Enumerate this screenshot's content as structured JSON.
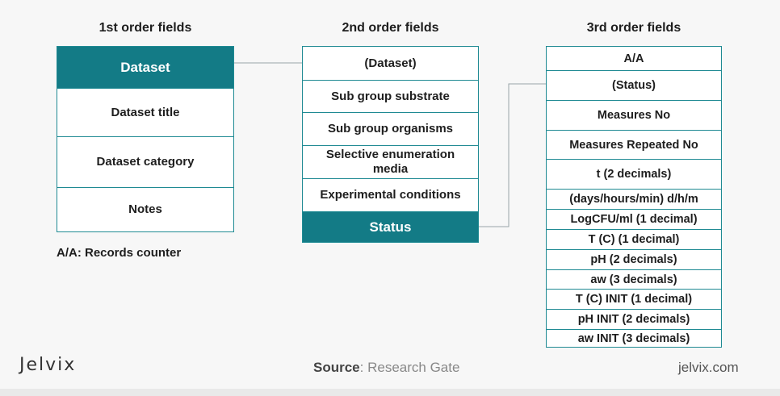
{
  "columns": [
    {
      "title": "1st order fields",
      "cells": [
        "Dataset",
        "Dataset title",
        "Dataset category",
        "Notes"
      ]
    },
    {
      "title": "2nd order fields",
      "cells": [
        "(Dataset)",
        "Sub group substrate",
        "Sub group organisms",
        "Selective enumeration media",
        "Experimental conditions",
        "Status"
      ]
    },
    {
      "title": "3rd order fields",
      "cells": [
        "A/A",
        "(Status)",
        "Measures No",
        "Measures Repeated No",
        "t (2 decimals)",
        "(days/hours/min) d/h/m",
        "LogCFU/ml (1 decimal)",
        "T (C) (1 decimal)",
        "pH (2 decimals)",
        "aw (3 decimals)",
        "T (C) INIT (1 decimal)",
        "pH INIT (2 decimals)",
        "aw INIT (3 decimals)"
      ]
    }
  ],
  "note": "A/A: Records counter",
  "footer": {
    "logo": "Jelvix",
    "source_label": "Source",
    "source_text": ": Research Gate",
    "site": "jelvix.com"
  },
  "colors": {
    "accent": "#137b86",
    "border": "#1f8a93",
    "background": "#f7f7f7"
  }
}
